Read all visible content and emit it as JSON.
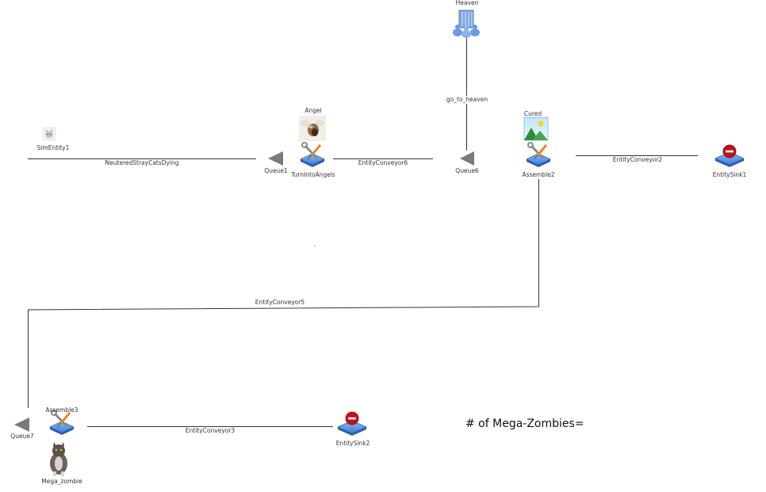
{
  "nodes": {
    "heaven": {
      "label": "Heaven",
      "icon": "building-people-icon"
    },
    "sim_entity1": {
      "label": "SimEntity1",
      "icon": "cat-face-icon"
    },
    "angel": {
      "label": "Angel",
      "icon": "angel-cat-image"
    },
    "queue1": {
      "label": "Queue1",
      "icon": "queue-triangle-icon"
    },
    "turn_into_angels": {
      "label": "TurnIntoAngels",
      "icon": "wrench-screwdriver-icon"
    },
    "queue6": {
      "label": "Queue6",
      "icon": "queue-triangle-icon"
    },
    "cured": {
      "label": "Cured",
      "icon": "landscape-picture-icon"
    },
    "assemble2": {
      "label": "Assemble2",
      "icon": "wrench-screwdriver-icon"
    },
    "entity_sink1": {
      "label": "EntitySink1",
      "icon": "red-stop-icon"
    },
    "queue7": {
      "label": "Queue7",
      "icon": "queue-triangle-icon"
    },
    "assemble3": {
      "label": "Assemble3",
      "icon": "wrench-screwdriver-icon"
    },
    "mega_zombie": {
      "label": "Mega_zombie",
      "icon": "zombie-cat-image"
    },
    "entity_sink2": {
      "label": "EntitySink2",
      "icon": "red-stop-icon"
    }
  },
  "connections": {
    "neutered": "NeuteredStrayCatsDying",
    "conveyor6": "EntityConveyor6",
    "go_to_heaven": "go_to_heaven",
    "conveyor2": "EntityConveyor2",
    "conveyor5": "EntityConveyor5",
    "conveyor3": "EntityConveyor3"
  },
  "counter": {
    "label": "# of Mega-Zombies="
  },
  "colors": {
    "line": "#333333",
    "queue": "#7a7a7a",
    "sink": "#c0121a",
    "platform": "#4a86d8"
  }
}
